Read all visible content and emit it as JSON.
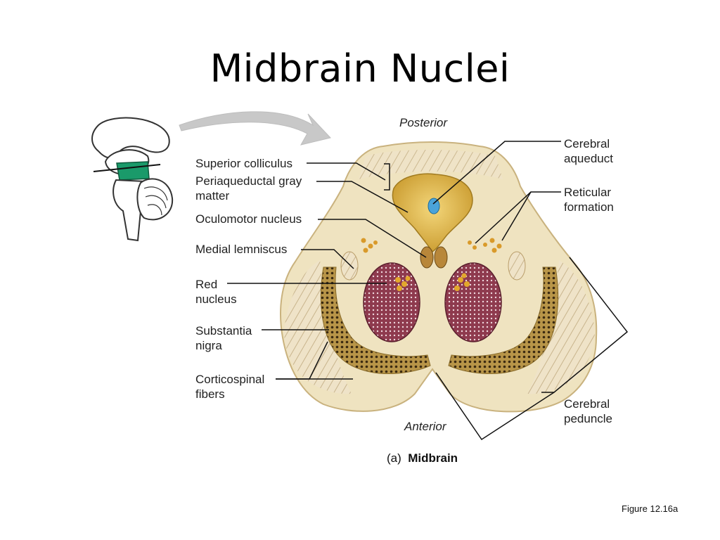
{
  "slide": {
    "title": "Midbrain Nuclei",
    "figure_ref": "Figure 12.16a"
  },
  "diagram": {
    "orientation": {
      "top": "Posterior",
      "bottom": "Anterior"
    },
    "caption": {
      "part": "(a)",
      "name": "Midbrain"
    },
    "labels_left": {
      "superior_colliculus": "Superior colliculus",
      "periaqueductal": [
        "Periaqueductal gray",
        "matter"
      ],
      "oculomotor_nucleus": "Oculomotor nucleus",
      "medial_lemniscus": "Medial lemniscus",
      "red_nucleus": [
        "Red",
        "nucleus"
      ],
      "substantia_nigra": [
        "Substantia",
        "nigra"
      ],
      "corticospinal_fibers": [
        "Corticospinal",
        "fibers"
      ]
    },
    "labels_right": {
      "cerebral_aqueduct": [
        "Cerebral",
        "aqueduct"
      ],
      "reticular_formation": [
        "Reticular",
        "formation"
      ],
      "cerebral_peduncle": [
        "Cerebral",
        "peduncle"
      ]
    },
    "colors": {
      "tissue": "#efe3c0",
      "tissue_edge": "#c9b27e",
      "gray_matter": "#d9a93a",
      "aqueduct": "#4aa3d9",
      "red_nucleus": "#8e3a4e",
      "substantia_nigra": "#a98a3e",
      "highlight_green": "#1a9a6a"
    }
  }
}
